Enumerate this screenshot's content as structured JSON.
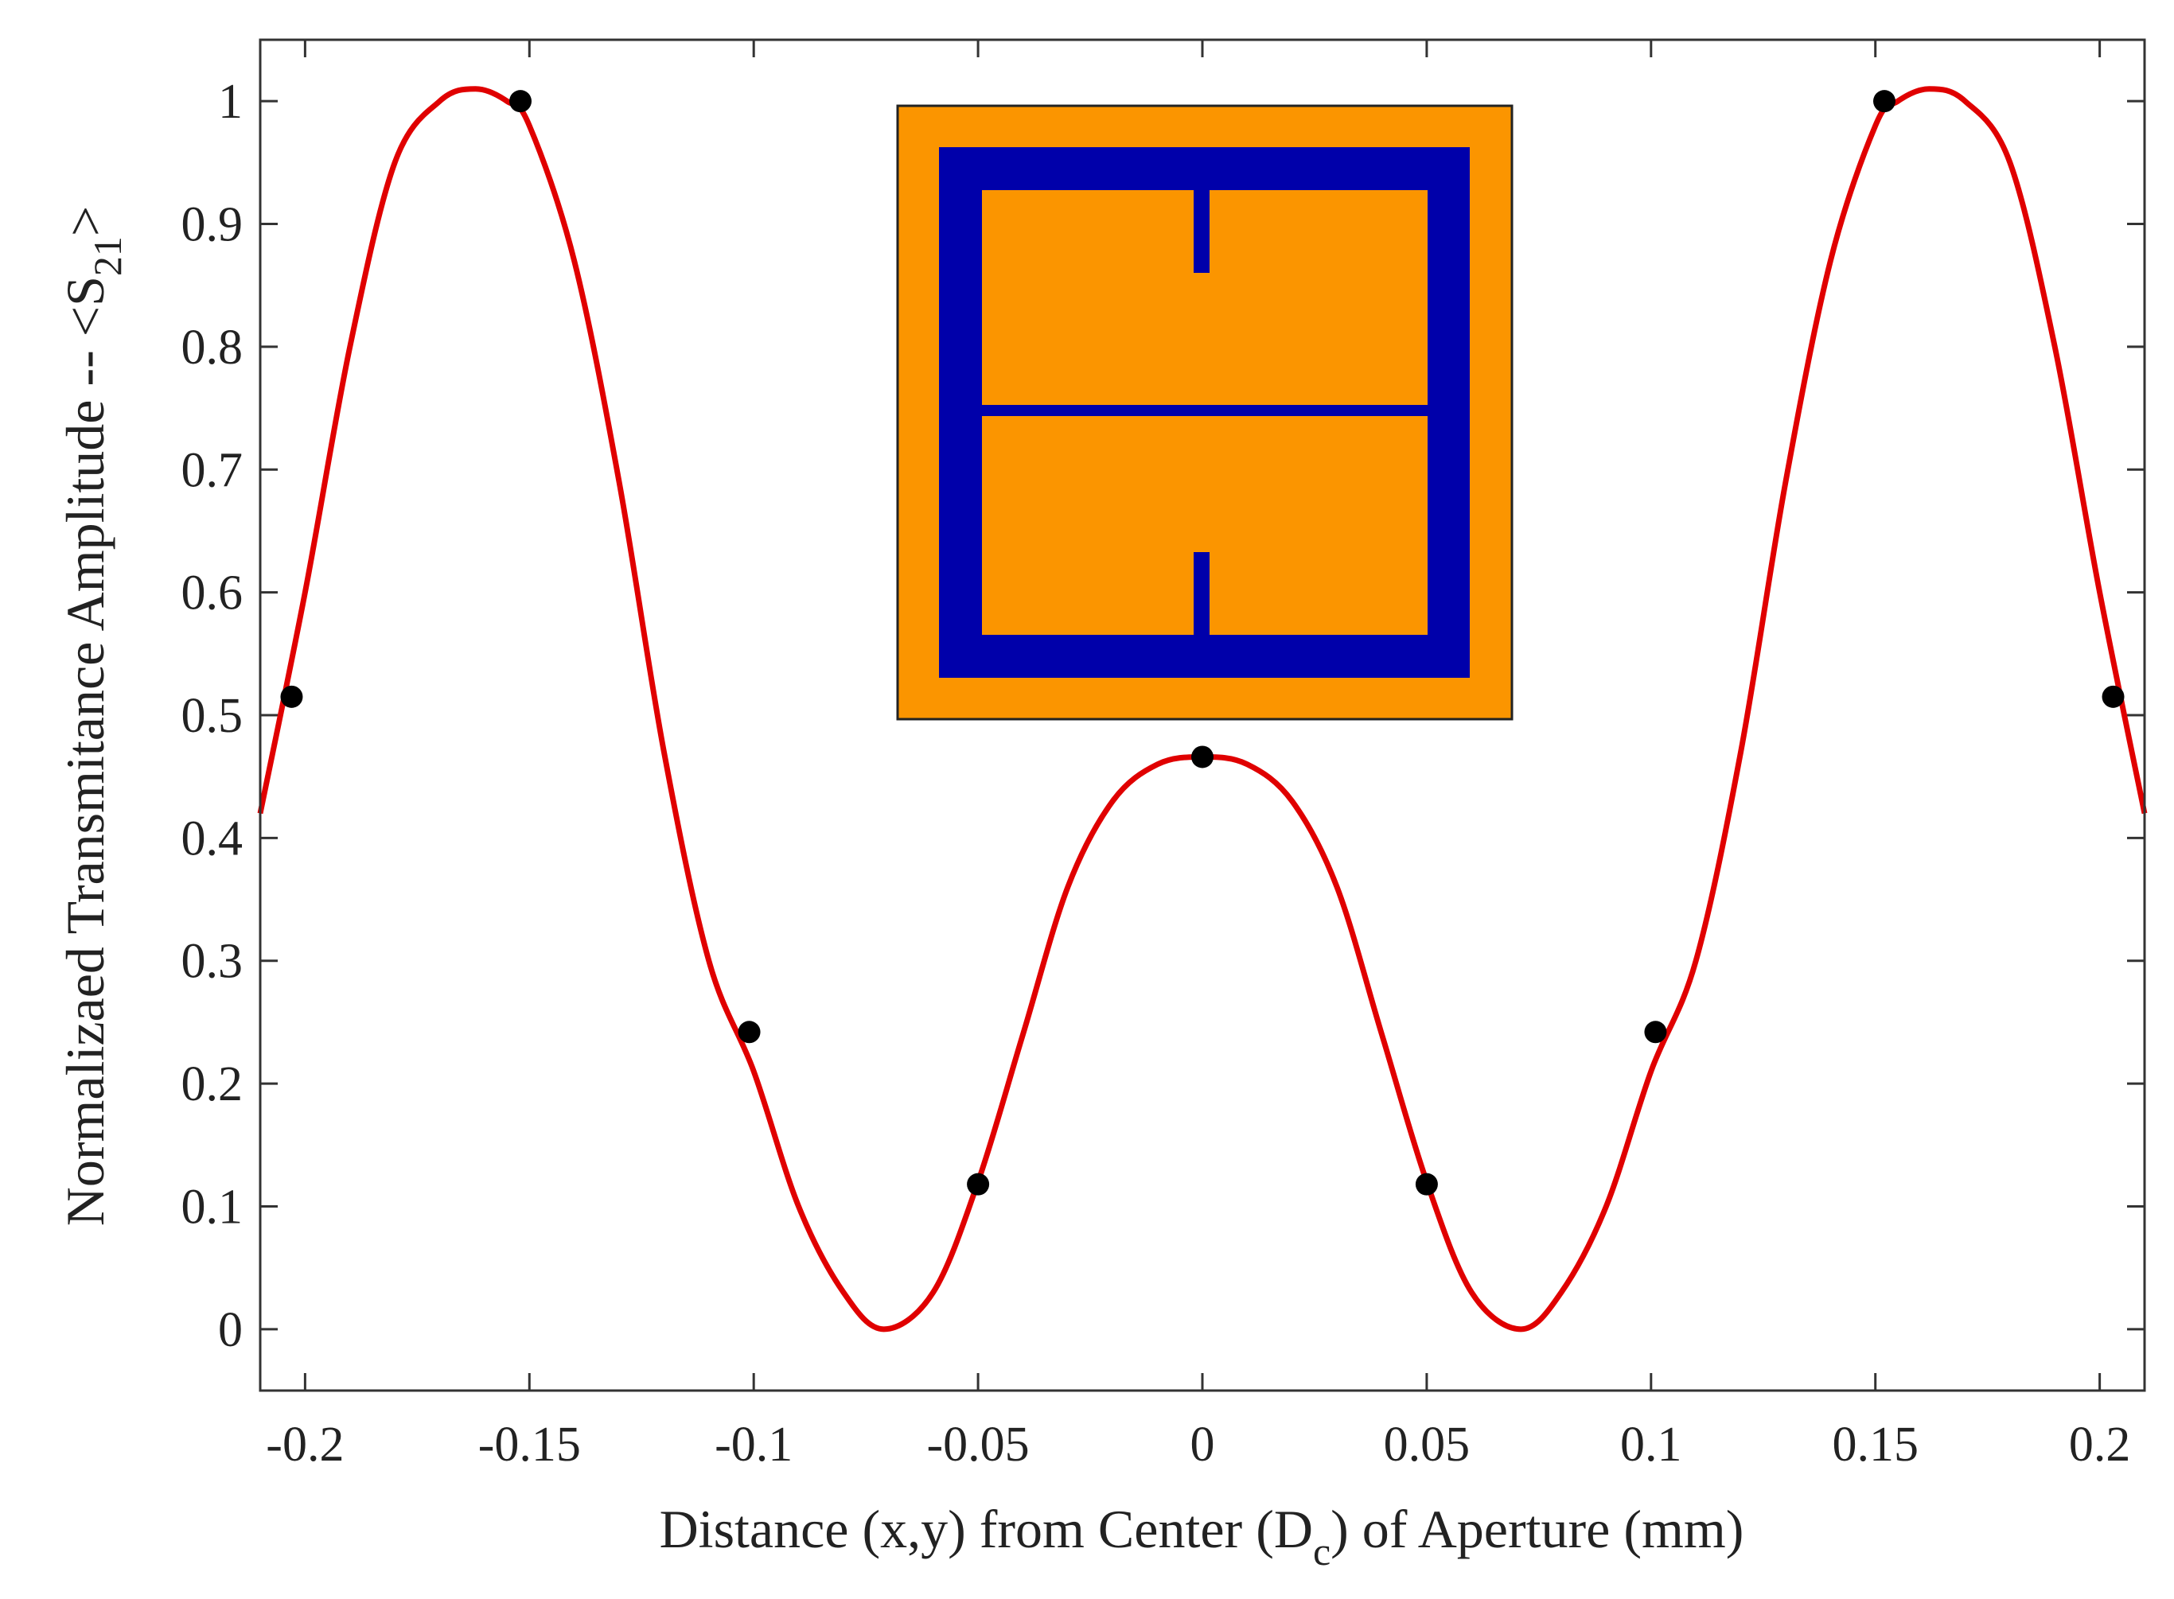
{
  "chart_data": {
    "type": "scatter",
    "title": "",
    "xlabel": {
      "prefix": "Distance (x,y) from Center (D",
      "subscript": "c",
      "suffix": ") of Aperture (mm)"
    },
    "ylabel": {
      "prefix": "Normalizaed Transmitance Amplitude -- <S",
      "subscript": "21",
      "suffix": ">"
    },
    "xlim": [
      -0.21,
      0.21
    ],
    "ylim": [
      -0.05,
      1.05
    ],
    "xticks": [
      -0.2,
      -0.15,
      -0.1,
      -0.05,
      0,
      0.05,
      0.1,
      0.15,
      0.2
    ],
    "xtick_labels": [
      "-0.2",
      "-0.15",
      "-0.1",
      "-0.05",
      "0",
      "0.05",
      "0.1",
      "0.15",
      "0.2"
    ],
    "yticks": [
      0,
      0.1,
      0.2,
      0.3,
      0.4,
      0.5,
      0.6,
      0.7,
      0.8,
      0.9,
      1
    ],
    "ytick_labels": [
      "0",
      "0.1",
      "0.2",
      "0.3",
      "0.4",
      "0.5",
      "0.6",
      "0.7",
      "0.8",
      "0.9",
      "1"
    ],
    "grid": false,
    "series": [
      {
        "kind": "points",
        "color": "#000000",
        "x": [
          -0.203,
          -0.152,
          -0.101,
          -0.05,
          0,
          0.05,
          0.101,
          0.152,
          0.203
        ],
        "y": [
          0.515,
          1.0,
          0.242,
          0.118,
          0.466,
          0.118,
          0.242,
          1.0,
          0.515
        ]
      },
      {
        "kind": "fit-curve",
        "color": "#e00000",
        "x": [
          -0.21,
          -0.2,
          -0.19,
          -0.18,
          -0.17,
          -0.162,
          -0.155,
          -0.15,
          -0.14,
          -0.13,
          -0.12,
          -0.11,
          -0.1,
          -0.09,
          -0.08,
          -0.071,
          -0.06,
          -0.05,
          -0.04,
          -0.03,
          -0.02,
          -0.01,
          0,
          0.01,
          0.02,
          0.03,
          0.04,
          0.05,
          0.06,
          0.071,
          0.08,
          0.09,
          0.1,
          0.11,
          0.12,
          0.13,
          0.14,
          0.15,
          0.155,
          0.162,
          0.17,
          0.18,
          0.19,
          0.2,
          0.21
        ],
        "y": [
          0.42,
          0.6,
          0.8,
          0.95,
          1.0,
          1.01,
          1.0,
          0.98,
          0.87,
          0.69,
          0.47,
          0.3,
          0.21,
          0.1,
          0.03,
          0.0,
          0.03,
          0.12,
          0.24,
          0.36,
          0.43,
          0.46,
          0.466,
          0.46,
          0.43,
          0.36,
          0.24,
          0.12,
          0.03,
          0.0,
          0.03,
          0.1,
          0.21,
          0.3,
          0.47,
          0.69,
          0.87,
          0.98,
          1.0,
          1.01,
          1.0,
          0.95,
          0.8,
          0.6,
          0.42
        ]
      }
    ],
    "inset": {
      "description": "unit-cell pattern",
      "background_color": "#fb9500",
      "metal_color": "#0000aa"
    }
  }
}
